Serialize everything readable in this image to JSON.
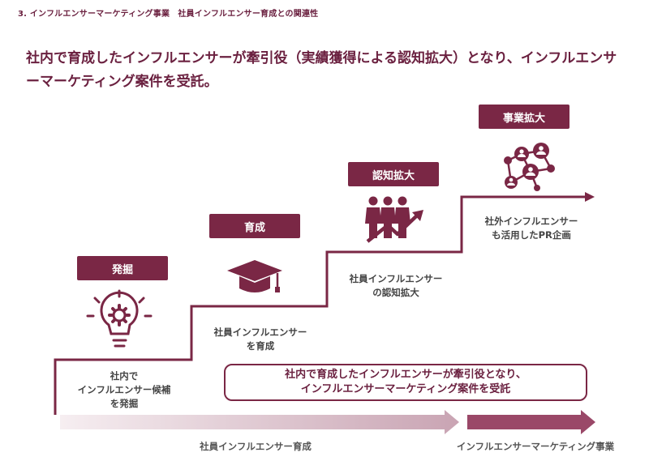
{
  "header": {
    "section_title": "3. インフルエンサーマーケティング事業　社員インフルエンサー育成との関連性",
    "headline": "社内で育成したインフルエンサーが牽引役（実績獲得による認知拡大）となり、インフルエンサーマーケティング案件を受託。"
  },
  "stages": [
    {
      "label": "発掘",
      "caption": "社内で\nインフルエンサー候補\nを発掘",
      "icon": "lightbulb-gear-icon"
    },
    {
      "label": "育成",
      "caption": "社員インフルエンサー\nを育成",
      "icon": "graduation-cap-icon"
    },
    {
      "label": "認知拡大",
      "caption": "社員インフルエンサー\nの認知拡大",
      "icon": "people-growth-icon"
    },
    {
      "label": "事業拡大",
      "caption": "社外インフルエンサー\nも活用したPR企画",
      "icon": "network-icon"
    }
  ],
  "summary": "社内で育成したインフルエンサーが牽引役となり、\nインフルエンサーマーケティング案件を受託",
  "bottom_arrows": [
    {
      "label": "社員インフルエンサー育成"
    },
    {
      "label": "インフルエンサーマーケティング事業"
    }
  ],
  "colors": {
    "accent": "#7a2745",
    "arrow_light": "#e7d6dc",
    "arrow_mid": "#c9a4b3",
    "arrow_dark": "#8e3a5a"
  }
}
